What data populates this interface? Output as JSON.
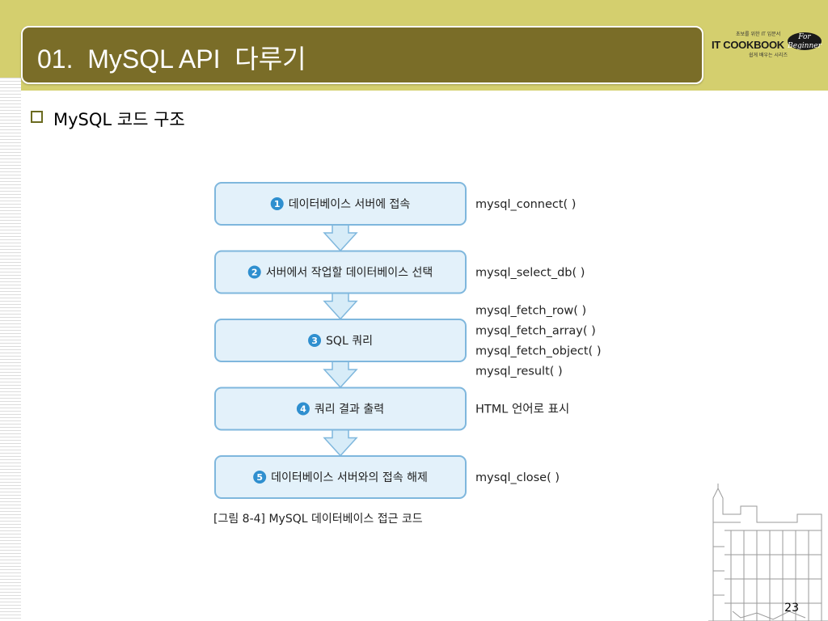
{
  "slide": {
    "title": "01.  MySQL API  다루기",
    "bullet": "MySQL 코드 구조",
    "page_number": "23"
  },
  "logo": {
    "text": "IT COOKBOOK",
    "badge_line1": "For",
    "badge_line2": "Beginner",
    "tagline_top": "초보를 위한 IT 입문서",
    "tagline_bottom": "쉽게 배우는 시리즈"
  },
  "diagram": {
    "steps": [
      {
        "number": "1",
        "label": "데이터베이스 서버에 접속",
        "functions": [
          "mysql_connect( )"
        ]
      },
      {
        "number": "2",
        "label": "서버에서 작업할 데이터베이스 선택",
        "functions": [
          "mysql_select_db( )"
        ]
      },
      {
        "number": "3",
        "label": "SQL 쿼리",
        "functions": [
          "mysql_fetch_row( )",
          "mysql_fetch_array( )",
          "mysql_fetch_object( )",
          "mysql_result( )"
        ]
      },
      {
        "number": "4",
        "label": "쿼리 결과 출력",
        "functions": [
          "HTML 언어로 표시"
        ]
      },
      {
        "number": "5",
        "label": "데이터베이스 서버와의 접속 해제",
        "functions": [
          "mysql_close( )"
        ]
      }
    ],
    "caption": "[그림 8-4] MySQL 데이터베이스 접근 코드"
  },
  "colors": {
    "band": "#d4cf6e",
    "title_bar": "#7a6d28",
    "box_fill": "#e3f1fa",
    "box_border": "#7fb7dd",
    "arrow_fill": "#d7ecf8",
    "number_badge": "#2f8fcf"
  }
}
